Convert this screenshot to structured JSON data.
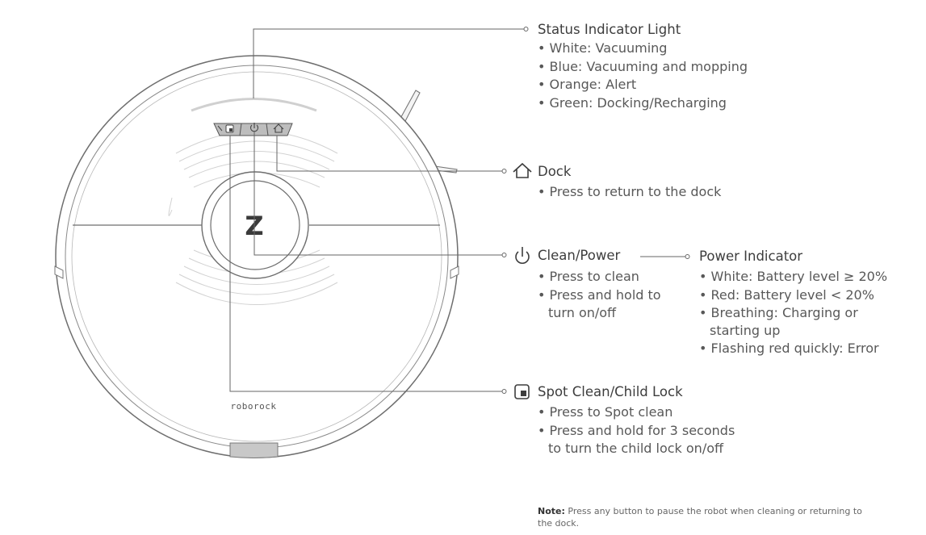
{
  "robot": {
    "brand": "roborock",
    "logo": "Z"
  },
  "status_light": {
    "title": "Status Indicator Light",
    "items": [
      "• White: Vacuuming",
      "• Blue: Vacuuming and mopping",
      "• Orange: Alert",
      "• Green: Docking/Recharging"
    ]
  },
  "dock": {
    "icon": "home-icon",
    "title": "Dock",
    "items": [
      "• Press to return to the dock"
    ]
  },
  "clean_power": {
    "icon": "power-icon",
    "title": "Clean/Power",
    "items": [
      "• Press to clean",
      "• Press and hold to",
      "turn on/off"
    ]
  },
  "power_indicator": {
    "title": "Power Indicator",
    "items": [
      "• White: Battery level ≥ 20%",
      "• Red: Battery level < 20%",
      "• Breathing: Charging or",
      "starting up",
      "• Flashing red quickly: Error"
    ]
  },
  "spot_clean": {
    "icon": "spot-clean-icon",
    "title": "Spot Clean/Child Lock",
    "items": [
      "• Press to Spot clean",
      "• Press and hold for 3 seconds",
      "to turn the child lock on/off"
    ]
  },
  "note": {
    "label": "Note:",
    "text": "Press any button to pause the robot when cleaning or returning to the dock."
  }
}
